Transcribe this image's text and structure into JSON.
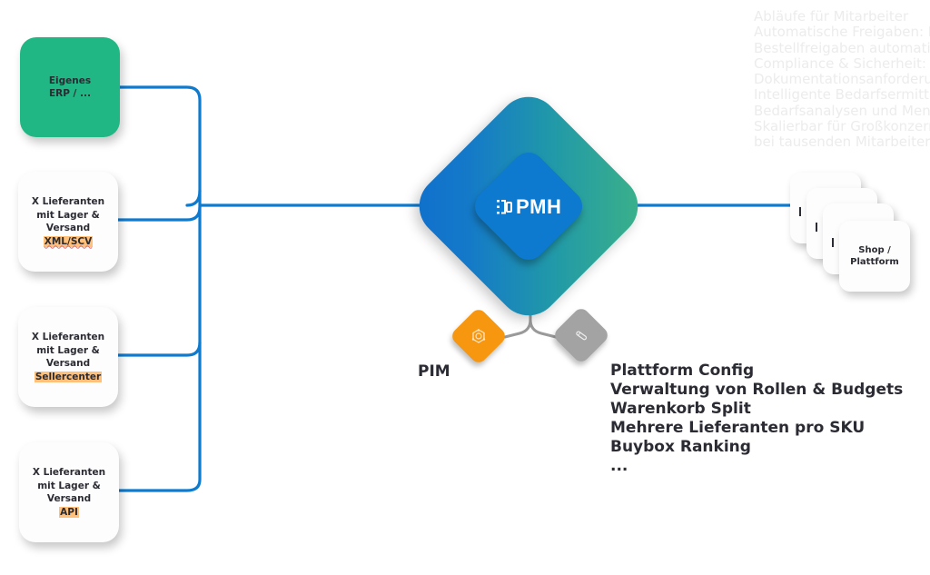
{
  "background_text": {
    "lines": [
      "Abläufe für Mitarbeiter",
      "Automatische Freigaben: B",
      "Bestellfreigaben automati",
      "Compliance & Sicherheit: E",
      "Dokumentationsanforderu",
      "Intelligente Bedarfsermittl",
      "Bedarfsanalysen und Men",
      "Skalierbar für Großkonzern",
      "bei tausenden Mitarbeitern"
    ]
  },
  "sources": [
    {
      "lines": [
        "Eigenes",
        "ERP / ..."
      ],
      "highlight": "",
      "color": "#20b784"
    },
    {
      "lines": [
        "X Lieferanten",
        "mit Lager &",
        "Versand"
      ],
      "highlight": "XML/SCV"
    },
    {
      "lines": [
        "X Lieferanten",
        "mit Lager &",
        "Versand"
      ],
      "highlight": "Sellercenter"
    },
    {
      "lines": [
        "X Lieferanten",
        "mit Lager &",
        "Versand"
      ],
      "highlight": "API"
    }
  ],
  "hub": {
    "logo_text": "PMH",
    "logo_icon": "connector-icon",
    "gradient": [
      "#3db386",
      "#0f6fcc"
    ]
  },
  "modules": {
    "pim": {
      "label": "PIM",
      "icon": "hexagon-network-icon",
      "color": "#f7960f"
    },
    "config": {
      "icon": "pencil-tool-icon",
      "color": "#a3a3a3"
    }
  },
  "features": [
    "Plattform Config",
    "Verwaltung von Rollen & Budgets",
    "Warenkorb Split",
    "Mehrere Lieferanten pro SKU",
    "Buybox Ranking",
    "..."
  ],
  "destination": {
    "label_line1": "Shop /",
    "label_line2": "Plattform",
    "stack_count": 4
  },
  "colors": {
    "wire": "#0f7bcf",
    "highlight": "#ffc07a",
    "text": "#2b2b33"
  }
}
